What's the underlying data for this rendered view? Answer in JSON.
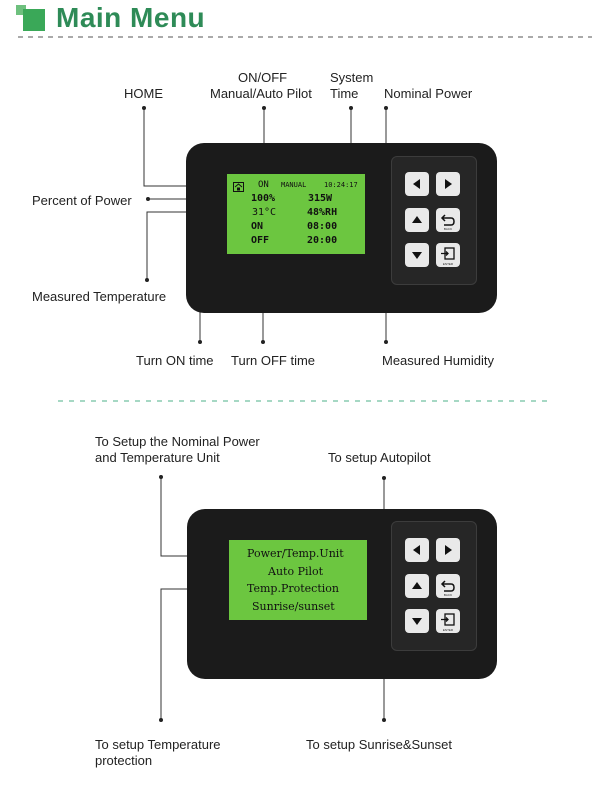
{
  "title": "Main Menu",
  "panel1": {
    "labels": {
      "home": "HOME",
      "onoff_1": "ON/OFF",
      "onoff_2": "Manual/Auto Pilot",
      "systime_1": "System",
      "systime_2": "Time",
      "nominal_power": "Nominal Power",
      "percent_power": "Percent of Power",
      "measured_temperature": "Measured Temperature",
      "turn_on_time": "Turn ON time",
      "turn_off_time": "Turn OFF time",
      "measured_humidity": "Measured Humidity"
    },
    "lcd": {
      "status": "ON",
      "mode": "MANUAL",
      "time": "10:24:17",
      "percent": "100%",
      "power": "315W",
      "temp": "31°C",
      "humidity": "48%RH",
      "on_label": "ON",
      "on_time": "08:00",
      "off_label": "OFF",
      "off_time": "20:00"
    }
  },
  "panel2": {
    "labels": {
      "setup_nominal_1": "To Setup the Nominal Power",
      "setup_nominal_2": "and Temperature Unit",
      "setup_autopilot": "To setup Autopilot",
      "setup_temp_1": "To setup Temperature",
      "setup_temp_2": "protection",
      "setup_sunrise": "To setup Sunrise&Sunset"
    },
    "lcd": {
      "item1": "Power/Temp.Unit",
      "item2": "Auto Pilot",
      "item3": "Temp.Protection",
      "item4": "Sunrise/sunset"
    }
  },
  "keys": {
    "back": "BACK",
    "enter": "ENTER"
  },
  "colors": {
    "title_green": "#2e8b57",
    "lcd_green": "#6cc640",
    "device_body": "#1b1b1b",
    "separator": "#4db08a"
  }
}
